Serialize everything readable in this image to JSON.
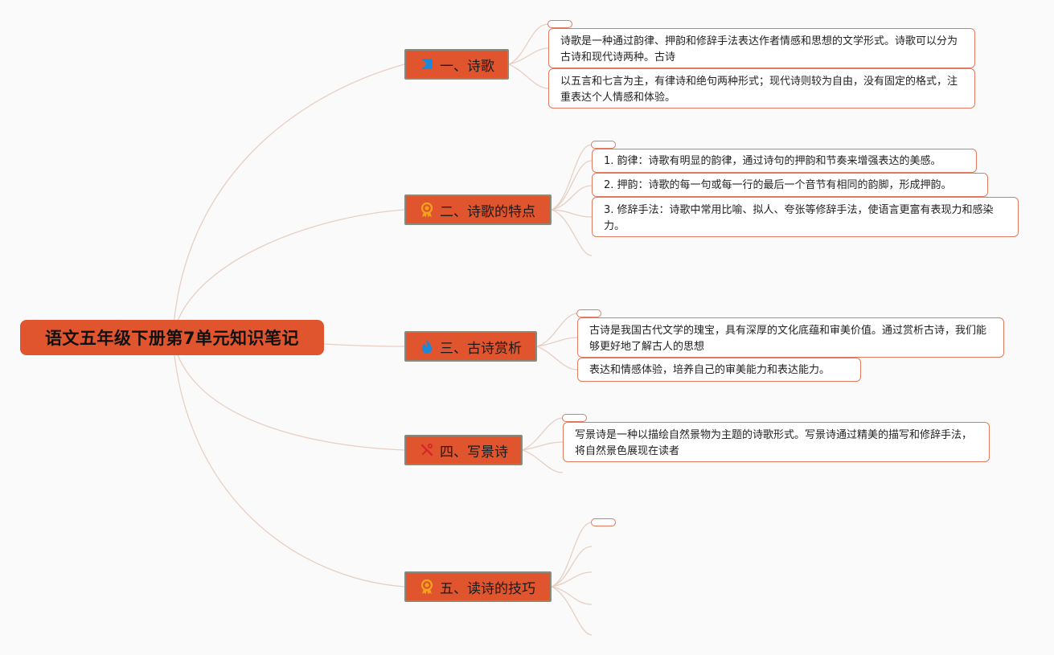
{
  "root": {
    "title": "语文五年级下册第7单元知识笔记"
  },
  "colors": {
    "accent": "#e0552e",
    "border": "#e07a5f",
    "link": "#e8cfc2"
  },
  "branches": [
    {
      "label": "一、诗歌",
      "icon": "flag-icon",
      "notes": [
        "诗歌是一种通过韵律、押韵和修辞手法表达作者情感和思想的文学形式。诗歌可以分为古诗和现代诗两种。古诗",
        "以五言和七言为主，有律诗和绝句两种形式；现代诗则较为自由，没有固定的格式，注重表达个人情感和体验。"
      ]
    },
    {
      "label": "二、诗歌的特点",
      "icon": "award-ribbon-icon",
      "notes": [
        "1. 韵律：诗歌有明显的韵律，通过诗句的押韵和节奏来增强表达的美感。",
        "2. 押韵：诗歌的每一句或每一行的最后一个音节有相同的韵脚，形成押韵。",
        "3. 修辞手法：诗歌中常用比喻、拟人、夸张等修辞手法，使语言更富有表现力和感染力。"
      ]
    },
    {
      "label": "三、古诗赏析",
      "icon": "flame-icon",
      "notes": [
        "古诗是我国古代文学的瑰宝，具有深厚的文化底蕴和审美价值。通过赏析古诗，我们能够更好地了解古人的思想",
        "表达和情感体验，培养自己的审美能力和表达能力。"
      ]
    },
    {
      "label": "四、写景诗",
      "icon": "tools-icon",
      "notes": [
        "写景诗是一种以描绘自然景物为主题的诗歌形式。写景诗通过精美的描写和修辞手法，将自然景色展现在读者"
      ]
    },
    {
      "label": "五、读诗的技巧",
      "icon": "award-ribbon-icon",
      "notes": []
    }
  ]
}
